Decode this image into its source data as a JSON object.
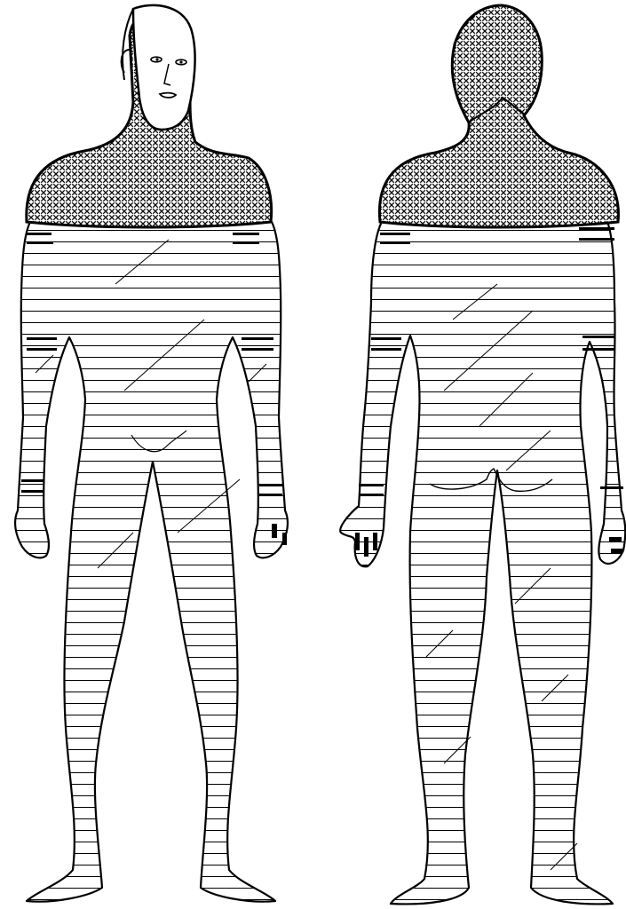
{
  "figures": [
    {
      "id": "front-view",
      "view": "anterior",
      "face": true
    },
    {
      "id": "back-view",
      "view": "posterior",
      "face": false
    }
  ],
  "regions": {
    "dense_crosshatch": [
      "head",
      "neck",
      "shoulders"
    ],
    "sparse_grid": [
      "trunk",
      "arms",
      "legs"
    ],
    "spotted_bands": [
      "upper-arm",
      "forearm",
      "wrist",
      "fingers"
    ]
  },
  "colors": {
    "ink": "#000000",
    "paper": "#ffffff"
  }
}
